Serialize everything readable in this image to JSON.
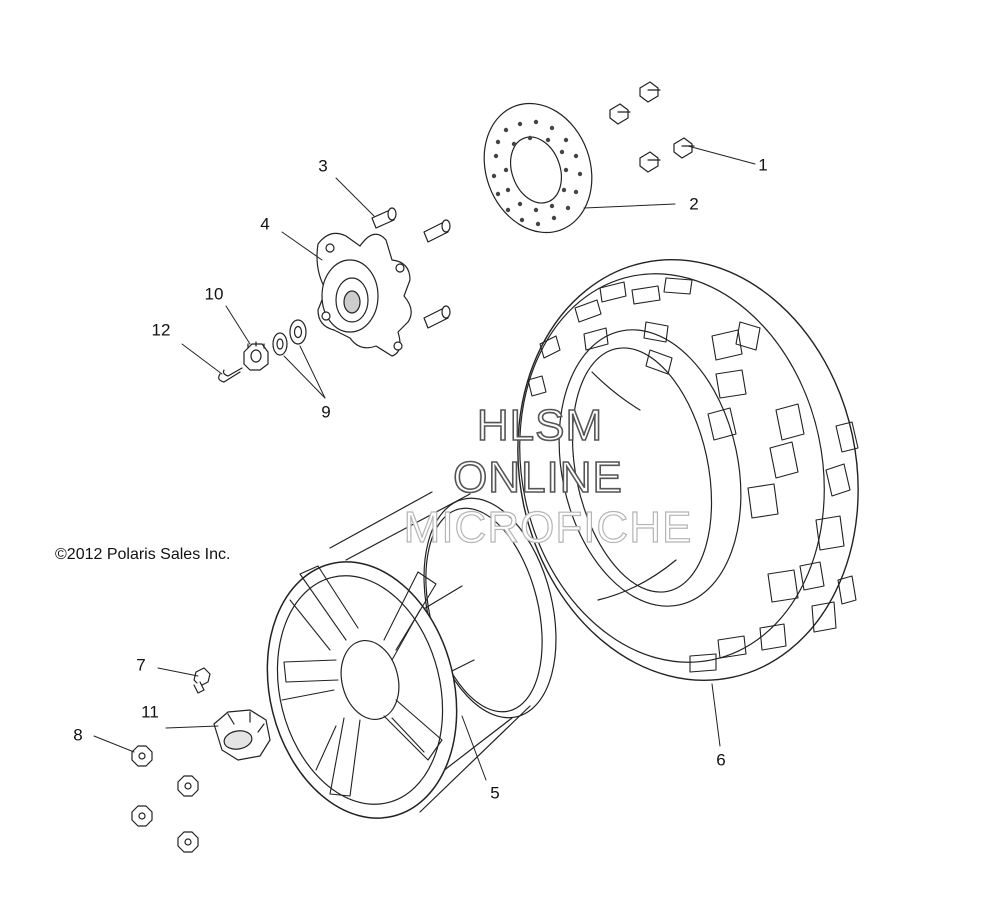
{
  "copyright": "©2012 Polaris Sales Inc.",
  "watermark": {
    "line1": "HLSM",
    "line2": "ONLINE",
    "line3": "MICROFICHE"
  },
  "callouts": [
    {
      "id": "1",
      "label": "1"
    },
    {
      "id": "2",
      "label": "2"
    },
    {
      "id": "3",
      "label": "3"
    },
    {
      "id": "4",
      "label": "4"
    },
    {
      "id": "5",
      "label": "5"
    },
    {
      "id": "6",
      "label": "6"
    },
    {
      "id": "7",
      "label": "7"
    },
    {
      "id": "8",
      "label": "8"
    },
    {
      "id": "9",
      "label": "9"
    },
    {
      "id": "10",
      "label": "10"
    },
    {
      "id": "11",
      "label": "11"
    },
    {
      "id": "12",
      "label": "12"
    }
  ],
  "parts": {
    "bolts": "bolt-icon",
    "brake_disc": "brake-disc-icon",
    "hub_studs": "stud-icon",
    "hub": "wheel-hub-icon",
    "wheel_rim": "wheel-rim-icon",
    "tire": "tire-icon",
    "valve_stem": "valve-stem-icon",
    "lug_nut": "lug-nut-icon",
    "washers": "washer-icon",
    "castle_nut": "castle-nut-icon",
    "hub_cap": "hub-cap-icon",
    "cotter_pin": "cotter-pin-icon"
  }
}
